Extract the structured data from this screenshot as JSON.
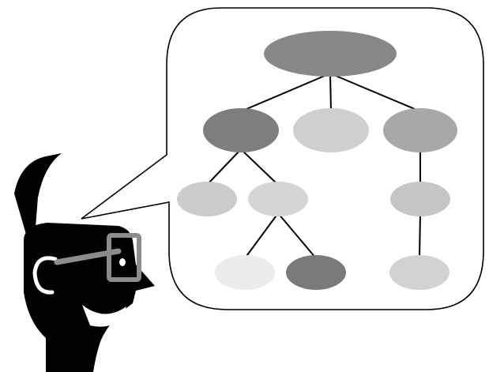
{
  "illustration": {
    "subject": "person-with-glasses",
    "thought_bubble": {
      "content": "hierarchy-tree",
      "levels": [
        {
          "nodes": [
            {
              "id": "root",
              "shade": "#888888"
            }
          ]
        },
        {
          "nodes": [
            {
              "id": "n1",
              "shade": "#7e7e7e",
              "parent": "root"
            },
            {
              "id": "n2",
              "shade": "#cfcfcf",
              "parent": "root"
            },
            {
              "id": "n3",
              "shade": "#a8a8a8",
              "parent": "root"
            }
          ]
        },
        {
          "nodes": [
            {
              "id": "n4",
              "shade": "#cbcbcb",
              "parent": "n1"
            },
            {
              "id": "n5",
              "shade": "#d5d5d5",
              "parent": "n1"
            },
            {
              "id": "n6",
              "shade": "#c6c6c6",
              "parent": "n3"
            }
          ]
        },
        {
          "nodes": [
            {
              "id": "n7",
              "shade": "#ececec",
              "parent": "n5"
            },
            {
              "id": "n8",
              "shade": "#7a7a7a",
              "parent": "n5"
            },
            {
              "id": "n9",
              "shade": "#d2d2d2",
              "parent": "n6"
            }
          ]
        }
      ]
    },
    "colors": {
      "ink": "#000000",
      "bubble_fill": "#ffffff",
      "glasses": "#8c8c8c",
      "edge": "#000000"
    }
  }
}
